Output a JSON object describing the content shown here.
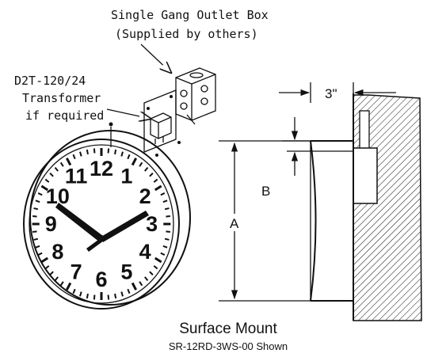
{
  "callouts": {
    "outlet_box": [
      "Single Gang Outlet Box",
      "(Supplied by others)"
    ],
    "transformer": [
      "D2T-120/24",
      "Transformer",
      "if required"
    ]
  },
  "dimensions": {
    "width_label": "3\"",
    "a_label": "A",
    "b_label": "B"
  },
  "clock_face": {
    "numerals": [
      "12",
      "1",
      "2",
      "3",
      "4",
      "5",
      "6",
      "7",
      "8",
      "9",
      "10",
      "11"
    ]
  },
  "caption": {
    "title": "Surface Mount",
    "subtitle": "SR-12RD-3WS-00 Shown"
  }
}
